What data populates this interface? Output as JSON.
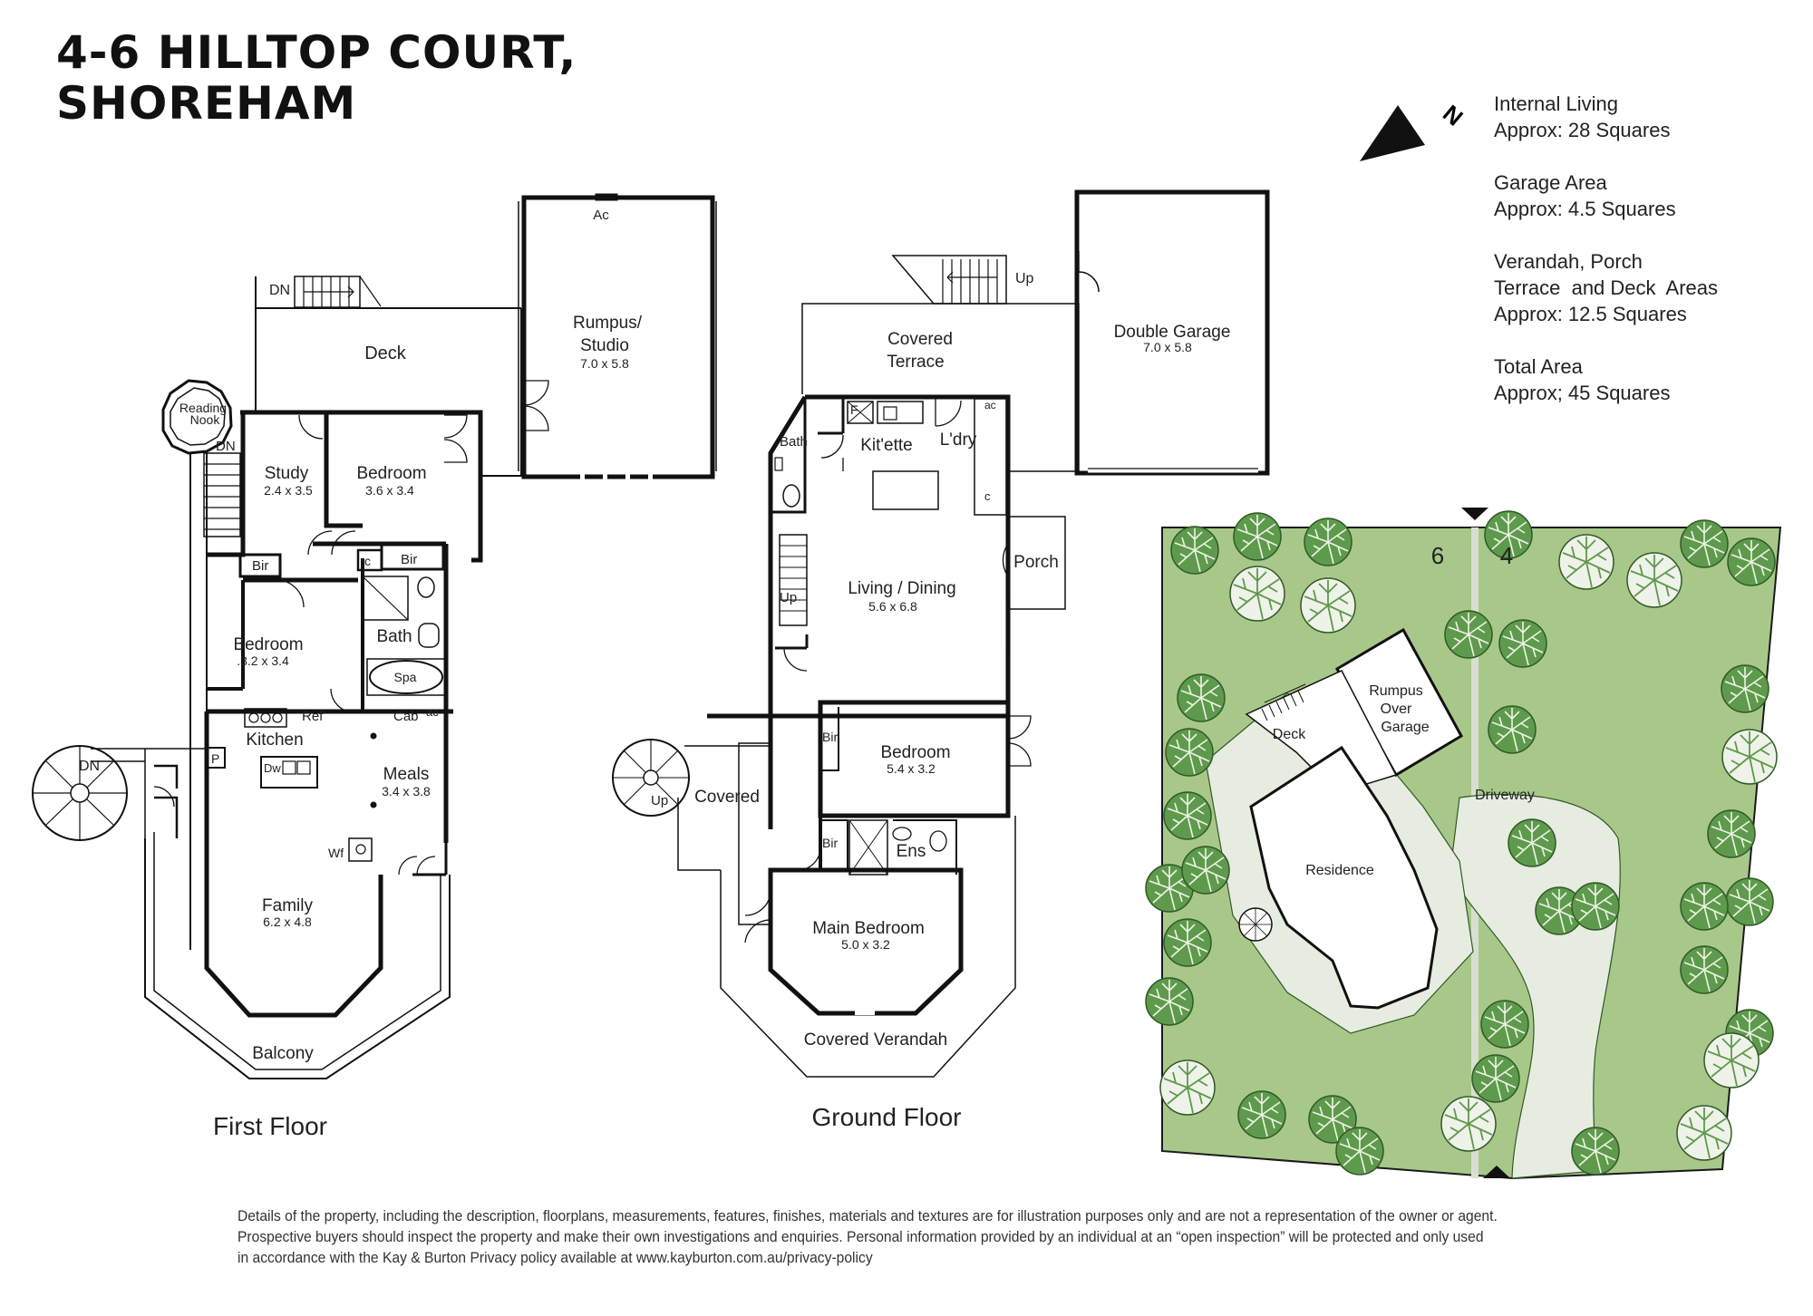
{
  "title": {
    "line1": "4-6 HILLTOP COURT,",
    "line2": "SHOREHAM"
  },
  "areas": [
    {
      "lines": [
        "Internal Living",
        "Approx: 28 Squares"
      ]
    },
    {
      "lines": [
        "Garage Area",
        "Approx: 4.5 Squares"
      ]
    },
    {
      "lines": [
        "Verandah, Porch",
        "Terrace  and Deck  Areas",
        "Approx: 12.5 Squares"
      ]
    },
    {
      "lines": [
        "Total Area",
        "Approx; 45 Squares"
      ]
    }
  ],
  "north_label": "N",
  "first_floor": {
    "caption": "First Floor",
    "rooms": {
      "deck": "Deck",
      "dn_top": "DN",
      "rumpus": "Rumpus/",
      "rumpus2": "Studio",
      "rumpus_dim": "7.0 x 5.8",
      "ac": "Ac",
      "reading1": "Reading",
      "reading2": "Nook",
      "dn_stair": "DN",
      "study": "Study",
      "study_dim": "2.4 x 3.5",
      "bedroom1": "Bedroom",
      "bedroom1_dim": "3.6 x 3.4",
      "c": "c",
      "bir1": "Bir",
      "bir2": "Bir",
      "bedroom2": "Bedroom",
      "bedroom2_dim": ".3.2 x 3.4",
      "bath": "Bath",
      "spa": "Spa",
      "cab": "Cab",
      "ac2": "ac",
      "ref": "Ref",
      "kitchen": "Kitchen",
      "p": "P",
      "dw": "Dw",
      "meals": "Meals",
      "meals_dim": "3.4 x 3.8",
      "wf": "Wf",
      "family": "Family",
      "family_dim": "6.2 x 4.8",
      "balcony": "Balcony",
      "dn_spiral": "DN"
    }
  },
  "ground_floor": {
    "caption": "Ground Floor",
    "rooms": {
      "up_top": "Up",
      "covered_terrace1": "Covered",
      "covered_terrace2": "Terrace",
      "f": "F",
      "bath": "Bath",
      "kitette": "Kit'ette",
      "ldry": "L'dry",
      "ac": "ac",
      "c": "c",
      "porch": "Porch",
      "living": "Living / Dining",
      "living_dim": "5.6 x 6.8",
      "up_stair": "Up",
      "bedroom": "Bedroom",
      "bedroom_dim": "5.4 x 3.2",
      "bir1": "Bir",
      "bir2": "Bir",
      "ens": "Ens",
      "covered": "Covered",
      "up_spiral": "Up",
      "main_bedroom": "Main Bedroom",
      "main_bedroom_dim": "5.0 x 3.2",
      "covered_verandah": "Covered Verandah"
    }
  },
  "garage": {
    "label": "Double Garage",
    "dim": "7.0 x 5.8"
  },
  "site_plan": {
    "lot_6": "6",
    "lot_4": "4",
    "rumpus1": "Rumpus",
    "rumpus2": "Over",
    "rumpus3": "Garage",
    "deck": "Deck",
    "driveway": "Driveway",
    "residence": "Residence",
    "colors": {
      "lawn": "#a8c88a",
      "tree_dark": "#5e9a4c",
      "tree_light": "#e8eee0",
      "outline": "#1a1a1a"
    }
  },
  "disclaimer": [
    "Details of the property, including the description, floorplans, measurements, features, finishes, materials and textures are for illustration purposes only and are not a representation of the owner or agent.",
    "Prospective buyers should inspect the property and make their own investigations and enquiries.  Personal information provided by an individual at an “open inspection” will be protected and only used",
    "in accordance with the Kay & Burton Privacy policy  available at  www.kayburton.com.au/privacy-policy"
  ]
}
